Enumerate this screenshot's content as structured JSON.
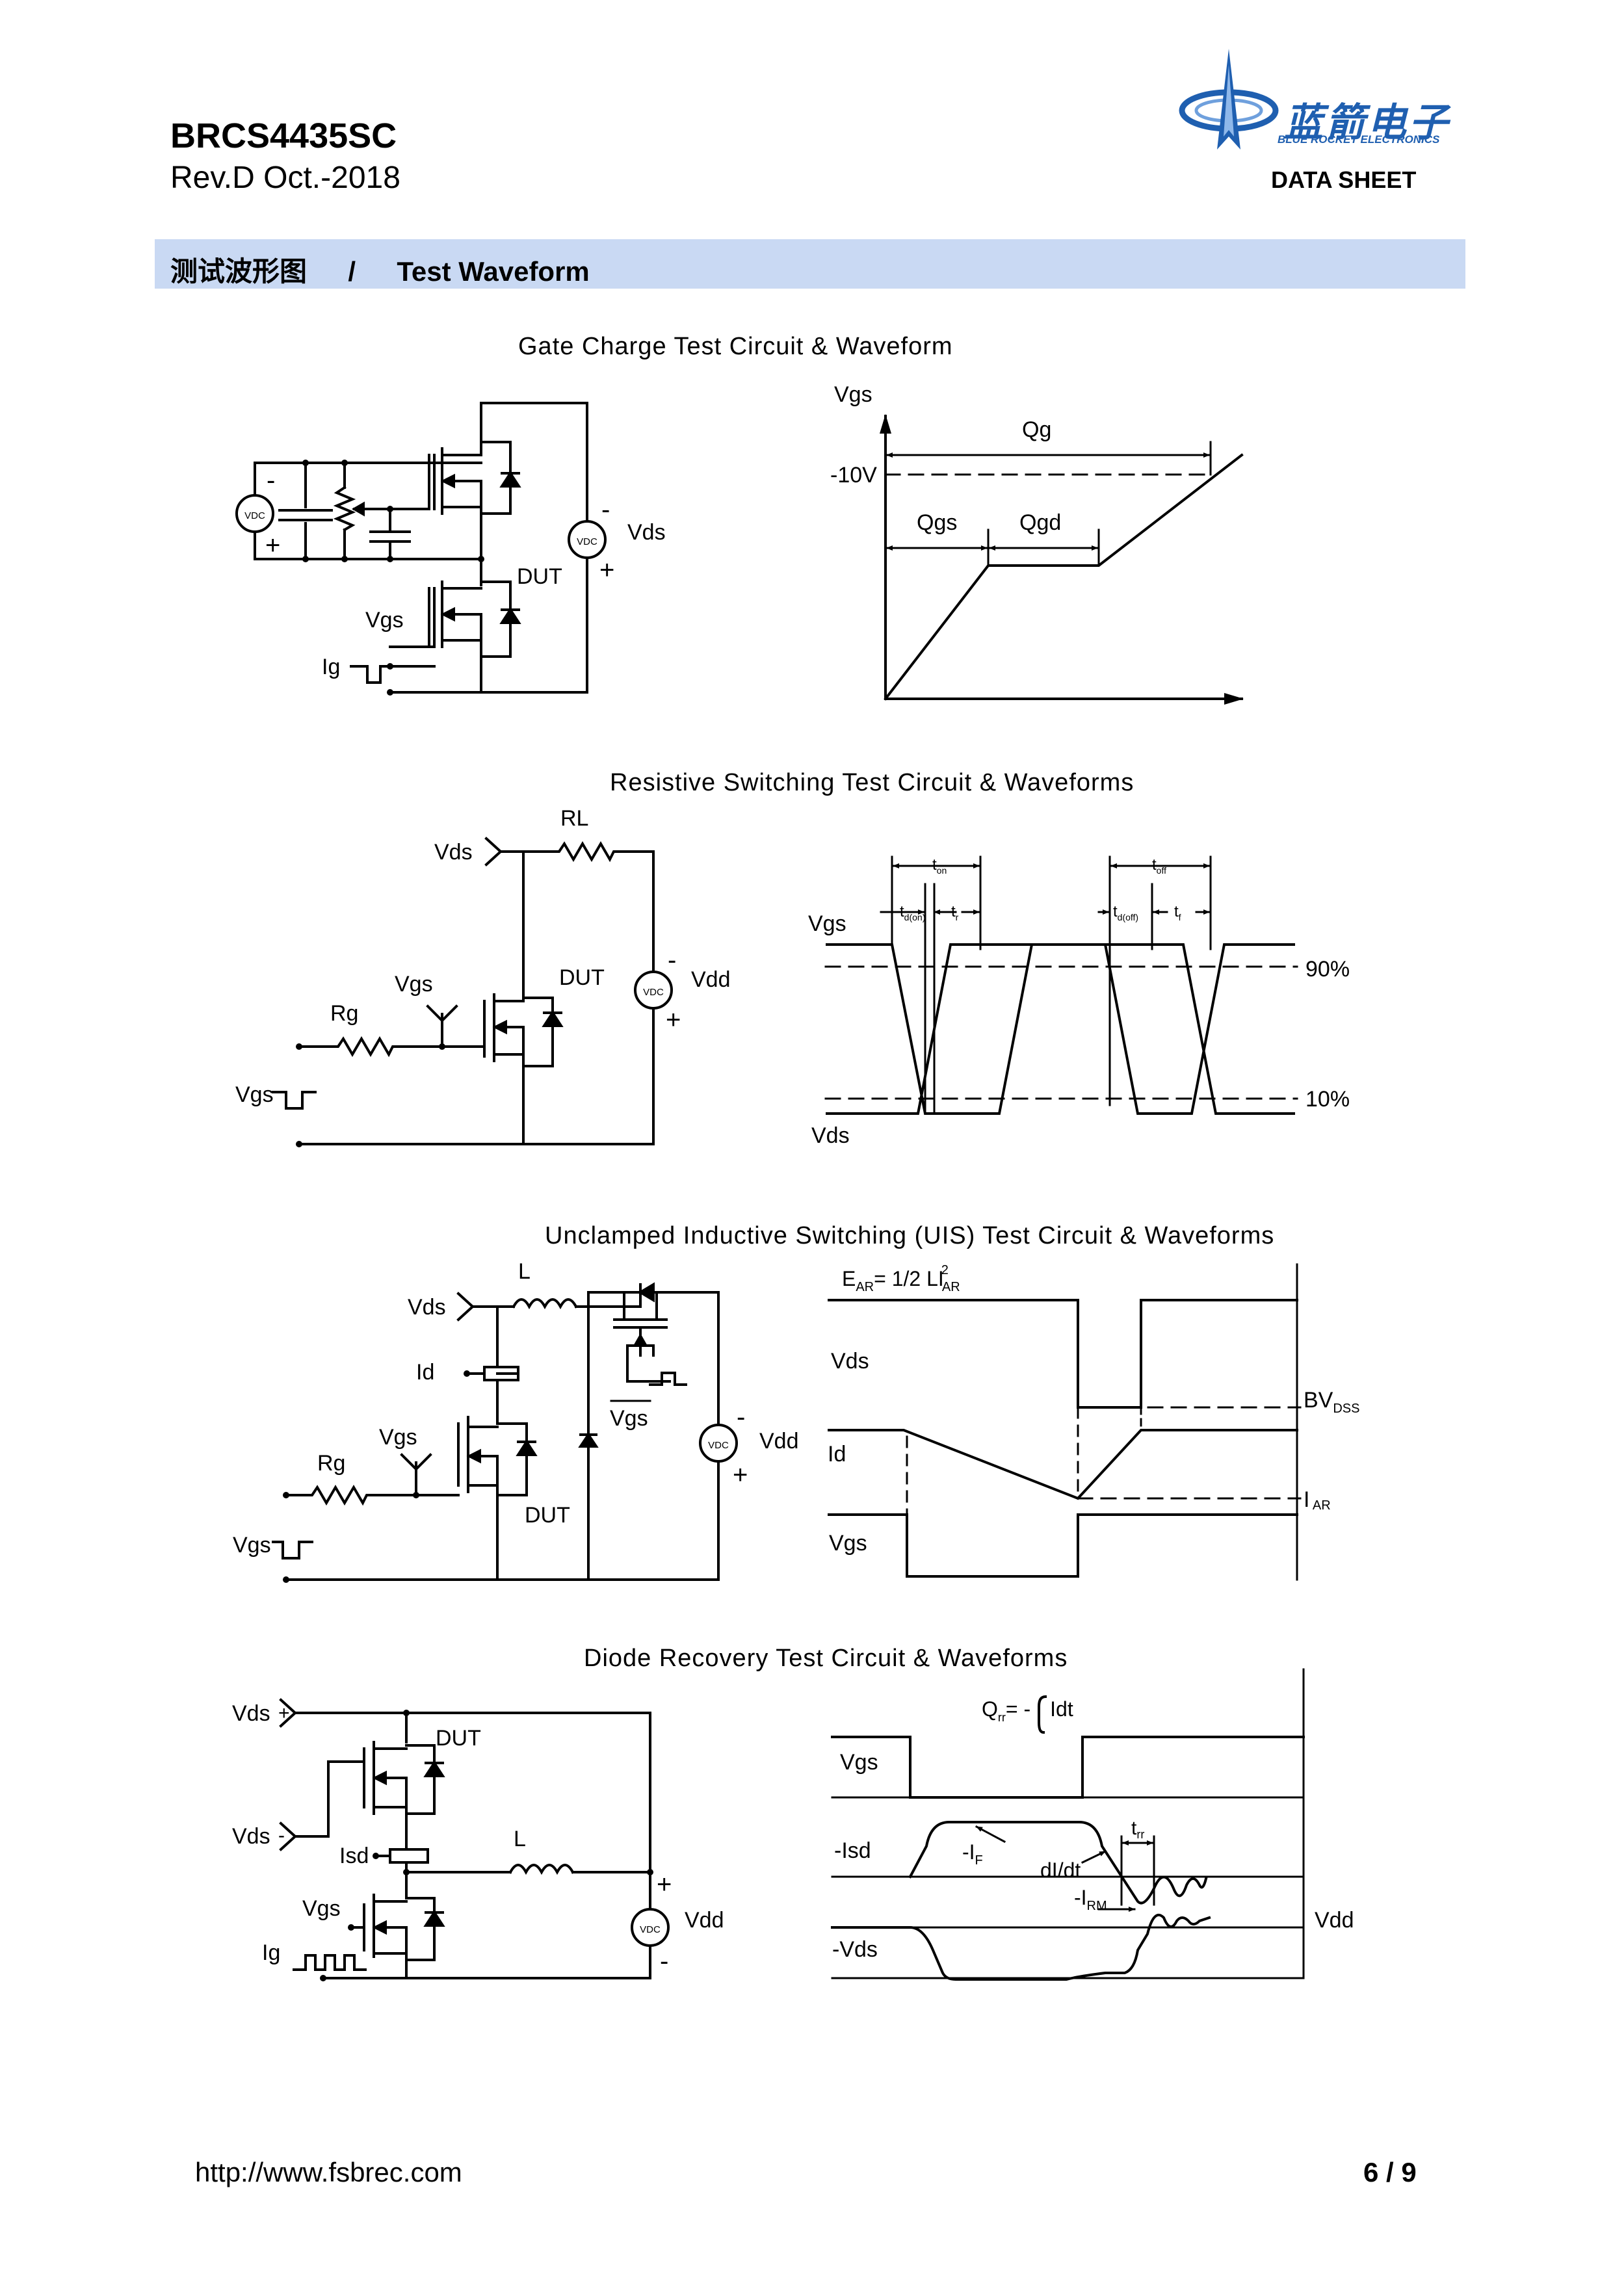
{
  "header": {
    "part_number": "BRCS4435SC",
    "revision": "Rev.D Oct.-2018",
    "doc_type": "DATA SHEET",
    "logo_cn": "蓝箭电子",
    "logo_en": "BLUE ROCKET ELECTRONICS"
  },
  "section": {
    "title_cn": "测试波形图",
    "separator": "/",
    "title_en": "Test Waveform"
  },
  "figures": {
    "gate_charge": {
      "title": "Gate Charge Test Circuit & Waveform",
      "labels": {
        "vdc": "VDC",
        "minus": "-",
        "plus": "+",
        "vds": "Vds",
        "dut": "DUT",
        "vgs": "Vgs",
        "ig": "Ig",
        "wf_vgs": "Vgs",
        "qg": "Qg",
        "v10": "-10V",
        "qgs": "Qgs",
        "qgd": "Qgd"
      }
    },
    "resistive": {
      "title": "Resistive Switching Test Circuit & Waveforms",
      "labels": {
        "vds": "Vds",
        "rl": "RL",
        "dut": "DUT",
        "vdc": "VDC",
        "minus": "-",
        "plus": "+",
        "vdd": "Vdd",
        "vgs": "Vgs",
        "rg": "Rg",
        "vgs_in": "Vgs",
        "wf_vgs": "Vgs",
        "wf_vds": "Vds",
        "p90": "90%",
        "p10": "10%"
      },
      "subscript_labels": {
        "ton": [
          "t",
          "on"
        ],
        "toff": [
          "t",
          "off"
        ],
        "tdon": [
          "t",
          "d(on)"
        ],
        "tr": [
          "t",
          "r"
        ],
        "tdoff": [
          "t",
          "d(off)"
        ],
        "tf": [
          "t",
          "f"
        ]
      }
    },
    "uis": {
      "title": "Unclamped Inductive Switching (UIS) Test Circuit & Waveforms",
      "labels": {
        "vds": "Vds",
        "l": "L",
        "id": "Id",
        "vgs_pulse": "Vgs",
        "vdc": "VDC",
        "minus": "-",
        "plus": "+",
        "vdd": "Vdd",
        "vgs": "Vgs",
        "rg": "Rg",
        "dut": "DUT",
        "vgs_in": "Vgs",
        "wf_vds": "Vds",
        "wf_id": "Id",
        "wf_vgs": "Vgs"
      },
      "ear": {
        "e": "E",
        "ar_sub": "AR",
        "eq": "= 1/2 LI",
        "sup": "2",
        "ar_sub2": "AR"
      },
      "bvdss": [
        "BV",
        "DSS"
      ],
      "iar": [
        "I",
        " AR"
      ]
    },
    "diode": {
      "title": "Diode Recovery Test Circuit & Waveforms",
      "labels": {
        "vds_plus": "Vds",
        "plus_sign": "+",
        "dut": "DUT",
        "vds_minus": "Vds",
        "minus_sign": "-",
        "l": "L",
        "isd": "Isd",
        "vgs": "Vgs",
        "ig": "Ig",
        "vdc": "VDC",
        "plus": "+",
        "minus": "-",
        "vdd": "Vdd",
        "wf_vgs": "Vgs",
        "wf_isd": "-Isd",
        "wf_vds": "-Vds",
        "didt": "dI/dt",
        "wf_vdd": "Vdd"
      },
      "qrr": {
        "q": "Q",
        "sub": "rr",
        "eq": "= -",
        "integrand": "Idt"
      },
      "if": [
        "-I",
        "F"
      ],
      "irm": [
        "-I",
        "RM"
      ],
      "trr": [
        "t",
        "rr"
      ]
    }
  },
  "footer": {
    "url": "http://www.fsbrec.com",
    "page": "6 / 9"
  },
  "colors": {
    "band": "#c9d9f3",
    "logo": "#1f5fb0"
  }
}
